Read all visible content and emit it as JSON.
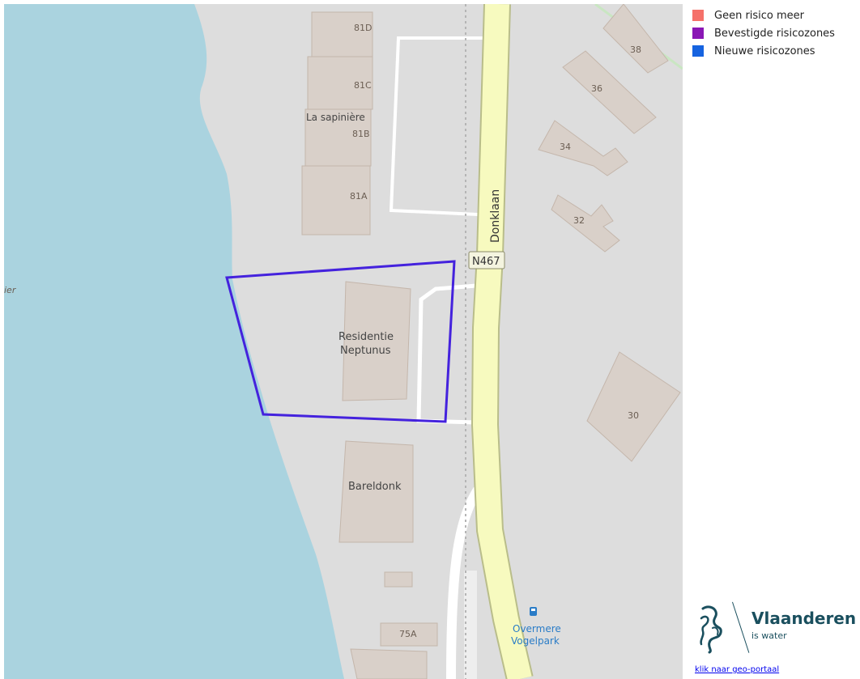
{
  "legend": {
    "items": [
      {
        "label": "Geen risico meer",
        "color": "#f5716a"
      },
      {
        "label": "Bevestigde risicozones",
        "color": "#8a17b5"
      },
      {
        "label": "Nieuwe risicozones",
        "color": "#1663e0"
      }
    ]
  },
  "map": {
    "road_name": "Donklaan",
    "road_shield": "N467",
    "buildings": {
      "b81d": "81D",
      "b81c": "81C",
      "la_sapiniere": "La sapinière",
      "b81b": "81B",
      "b81a": "81A",
      "residentie_1": "Residentie",
      "residentie_2": "Neptunus",
      "bareldonk": "Bareldonk",
      "b75a": "75A",
      "b38": "38",
      "b36": "36",
      "b34": "34",
      "b32": "32",
      "b30": "30"
    },
    "bus_stop_1": "Overmere",
    "bus_stop_2": "Vogelpark",
    "water_label": "ier",
    "zone_color": "#4422dd",
    "water_color": "#aad3df",
    "road_color": "#f7fabf"
  },
  "logo": {
    "title": "Vlaanderen",
    "subtitle": "is water",
    "icon": "flemish-lion-icon"
  },
  "footer": {
    "link": "klik naar geo-portaal"
  }
}
